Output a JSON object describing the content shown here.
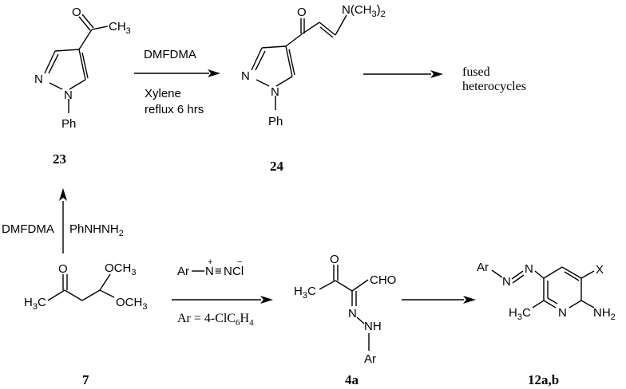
{
  "compounds": {
    "c23": {
      "label": "23",
      "ch3": "CH",
      "ch3_sub": "3",
      "o": "O",
      "n": "N",
      "n1": "N",
      "ph": "Ph"
    },
    "c24": {
      "label": "24",
      "o": "O",
      "nme2_a": "N(CH",
      "nme2_sub": "3",
      "nme2_b": ")",
      "nme2_sub2": "2",
      "n": "N",
      "n1": "N",
      "ph": "Ph"
    },
    "fused": {
      "line1": "fused",
      "line2": "heterocycles"
    },
    "c7": {
      "label": "7",
      "o": "O",
      "och3_top": "OCH",
      "och3_top_sub": "3",
      "och3_bot": "OCH",
      "och3_bot_sub": "3",
      "h3c": "H",
      "h3c_sub": "3",
      "h3c_c": "C"
    },
    "c4a": {
      "label": "4a",
      "o": "O",
      "cho": "CHO",
      "h3c": "H",
      "h3c_sub": "3",
      "h3c_c": "C",
      "n": "N",
      "nh": "NH",
      "ar": "Ar"
    },
    "c12": {
      "label": "12a,b",
      "ar": "Ar",
      "n_a": "N",
      "n_b": "N",
      "x": "X",
      "h3c": "H",
      "h3c_sub": "3",
      "h3c_c": "C",
      "n_ring": "N",
      "nh2": "NH",
      "nh2_sub": "2"
    }
  },
  "reactions": {
    "r1": {
      "above": "DMFDMA",
      "below1": "Xylene",
      "below2": "reflux 6 hrs"
    },
    "r_up": {
      "left": "DMFDMA",
      "right": "PhNHNH",
      "right_sub": "2"
    },
    "r_diazo": {
      "reagent_ar": "Ar",
      "reagent_n1": "N",
      "reagent_plus": "+",
      "reagent_bond": "≡",
      "reagent_n2": "N",
      "reagent_cl": "Cl",
      "reagent_minus": "−",
      "condition": "Ar = 4-ClC",
      "condition_sub": "6",
      "condition_h": "H",
      "condition_sub2": "4"
    }
  }
}
